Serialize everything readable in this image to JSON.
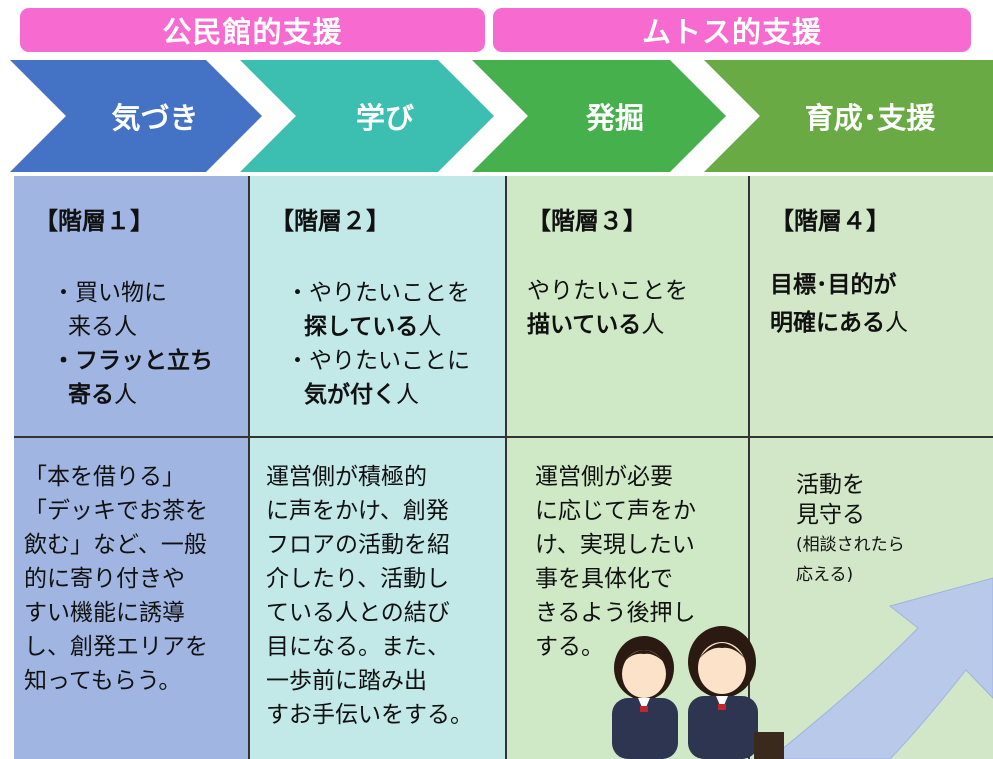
{
  "banners": {
    "left": "公民館的支援",
    "right": "ムトス的支援"
  },
  "stages": [
    "気づき",
    "学び",
    "発掘",
    "育成･支援"
  ],
  "colors": {
    "pink": "#f76ad0",
    "blue": "#4472c4",
    "teal": "#3cbfb1",
    "green": "#46b04c",
    "olive": "#6aaa44"
  },
  "levels": [
    {
      "header": "【階層１】",
      "lines": [
        [
          "・買い物に",
          ""
        ],
        [
          "来る人",
          ""
        ],
        [
          "・フラッと立ち",
          "bold"
        ],
        [
          "寄る",
          "bold"
        ]
      ],
      "suffix": "人",
      "support": [
        "「本を借りる」",
        "「デッキでお茶を",
        "飲む」など、一般",
        "的に寄り付きや",
        "すい機能に誘導",
        "し、創発エリアを",
        "知ってもらう。"
      ]
    },
    {
      "header": "【階層２】",
      "l1": "・やりたいことを",
      "l2b": "探している",
      "l2s": "人",
      "l3": "・やりたいことに",
      "l4b": "気が付く",
      "l4s": "人",
      "support": [
        "運営側が積極的",
        "に声をかけ、創発",
        "フロアの活動を紹",
        "介したり、活動し",
        "ている人との結び",
        "目になる。また、",
        "一歩前に踏み出",
        "すお手伝いをする。"
      ]
    },
    {
      "header": "【階層３】",
      "l1": "やりたいことを",
      "l2b": "描いている",
      "l2s": "人",
      "support": [
        "運営側が必要",
        "に応じて声をか",
        "け、実現したい",
        "事を具体化で",
        "きるよう後押し",
        "する。"
      ]
    },
    {
      "header": "【階層４】",
      "l1b": "目標･目的が",
      "l2b": "明確にある",
      "l2s": "人",
      "support": [
        "活動を",
        "見守る",
        "(相談されたら",
        "応える)"
      ]
    }
  ],
  "level1": {
    "a": "・買い物に",
    "b": "来る人",
    "c": "・フラッと立ち",
    "d": "寄る",
    "e": "人"
  }
}
